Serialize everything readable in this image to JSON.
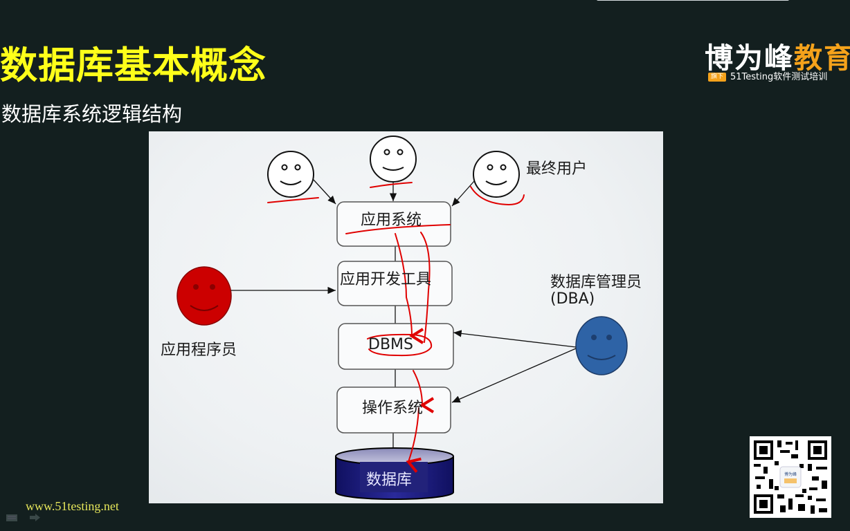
{
  "header": {
    "title": "数据库基本概念",
    "subtitle": "数据库系统逻辑结构"
  },
  "logo": {
    "brand_main": "博为峰",
    "brand_accent": "教育",
    "badge": "旗下",
    "tagline": "51Testing软件测试培训"
  },
  "diagram": {
    "end_users_label": "最终用户",
    "programmer_label": "应用程序员",
    "dba_label_line1": "数据库管理员",
    "dba_label_line2": "(DBA)",
    "layers": [
      {
        "label": "应用系统"
      },
      {
        "label": "应用开发工具"
      },
      {
        "label": "DBMS"
      },
      {
        "label": "操作系统"
      },
      {
        "label": "数据库"
      }
    ],
    "colors": {
      "programmer_face": "#cc0000",
      "dba_face": "#2e63a6",
      "database_cylinder": "#1c1c7a",
      "annotation_ink": "#e00000"
    }
  },
  "footer": {
    "website": "www.51testing.net",
    "prev_icon": "slide-prev-icon",
    "next_icon": "slide-next-arrow-icon"
  },
  "qr": {
    "icon": "wechat-qr-code",
    "center_text_1": "博为峰",
    "center_text_2": "教育"
  }
}
